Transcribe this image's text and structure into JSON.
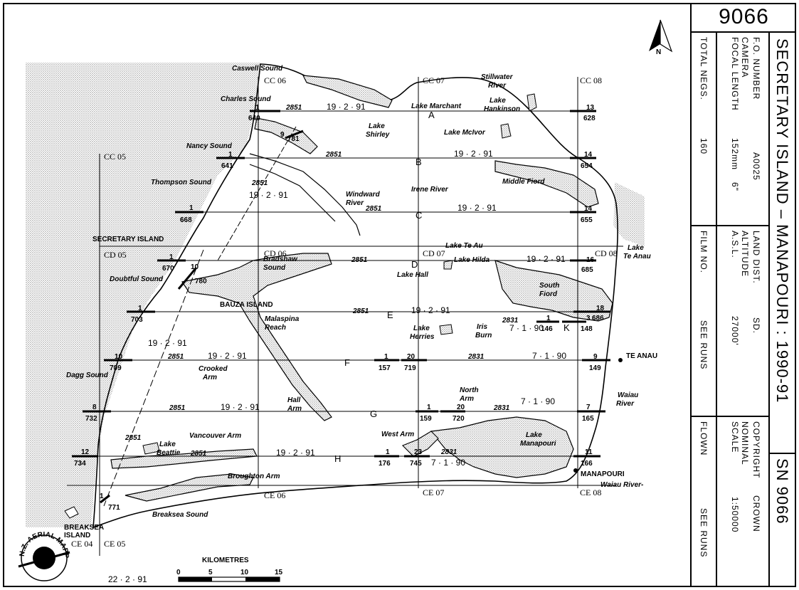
{
  "sheet_number": "9066",
  "title": "SECRETARY ISLAND – MANAPOURI : 1990-91",
  "series": "SN 9066",
  "info": {
    "fo_label": "F.O. NUMBER",
    "fo_value": "A0025",
    "camera_label": "CAMERA",
    "focal_label": "FOCAL LENGTH",
    "focal_value": "152mm",
    "focal_inch": "6\"",
    "total_label": "TOTAL NEGS.",
    "total_value": "160",
    "land_label": "LAND DIST.",
    "land_value": "SD.",
    "altitude_label": "ALTITUDE",
    "asl_label": "A.S.L.",
    "altitude_value": "27000'",
    "film_label": "FILM NO.",
    "film_value": "SEE RUNS",
    "copyright_label": "COPYRIGHT",
    "copyright_value": "CROWN",
    "nominal_label": "NOMINAL",
    "scale_label": "SCALE",
    "scale_value": "1:50000",
    "flown_label": "FLOWN",
    "flown_value": "SEE RUNS"
  },
  "scale_bar": {
    "title": "KILOMETRES",
    "ticks": [
      "0",
      "5",
      "10",
      "15"
    ]
  },
  "map_date": "22 · 2 · 91",
  "north": "N",
  "logo_text": "N.Z. AERIAL MAPPING LTD.",
  "place_labels": {
    "caswell": "Caswell Sound",
    "charles": "Charles Sound",
    "nancy": "Nancy Sound",
    "thompson": "Thompson Sound",
    "secretary": "SECRETARY ISLAND",
    "doubtful": "Doubtful Sound",
    "bauza": "BAUZA ISLAND",
    "malaspina1": "Malaspina",
    "malaspina2": "Reach",
    "dagg": "Dagg Sound",
    "crooked1": "Crooked",
    "crooked2": "Arm",
    "hall1": "Hall",
    "hall2": "Arm",
    "vancouver": "Vancouver Arm",
    "beattie1": "Lake",
    "beattie2": "Beattie",
    "broughton": "Broughton Arm",
    "breaksea_sound": "Breaksea Sound",
    "breaksea1": "BREAKSEA",
    "breaksea2": "ISLAND",
    "stillwater1": "Stillwater",
    "stillwater2": "River",
    "marchant": "Lake Marchant",
    "hankinson1": "Lake",
    "hankinson2": "Hankinson",
    "shirley1": "Lake",
    "shirley2": "Shirley",
    "mcivor": "Lake McIvor",
    "middle": "Middle Fiord",
    "irene": "Irene River",
    "windward1": "Windward",
    "windward2": "River",
    "teau": "Lake Te Au",
    "hilda": "Lake Hilda",
    "bradshaw1": "Bradshaw",
    "bradshaw2": "Sound",
    "lakehall": "Lake Hall",
    "teanau1": "Lake",
    "teanau2": "Te Anau",
    "south1": "South",
    "south2": "Fiord",
    "herries1": "Lake",
    "herries2": "Herries",
    "iris1": "Iris",
    "iris2": "Burn",
    "teanau_town": "TE ANAU",
    "waiau1": "Waiau",
    "waiau2": "River",
    "north1": "North",
    "north2": "Arm",
    "west": "West Arm",
    "manapouri1": "Lake",
    "manapouri2": "Manapouri",
    "manapouri_town": "MANAPOURI",
    "waiau_river": "Waiau River-"
  },
  "grid_labels": {
    "cc05": "CC 05",
    "cc06": "CC 06",
    "cc07": "CC 07",
    "cc08": "CC 08",
    "cd05": "CD 05",
    "cd06": "CD 06",
    "cd07": "CD 07",
    "cd08": "CD 08",
    "ce04": "CE 04",
    "ce05": "CE 05",
    "ce06": "CE 06",
    "ce07": "CE 07",
    "ce08": "CE 08"
  },
  "runs": {
    "A": {
      "letter": "A",
      "film": "2851",
      "date": "19 · 2 · 91",
      "start_top": "1",
      "start_bot": "640",
      "end_top": "13",
      "end_bot": "628"
    },
    "B": {
      "letter": "B",
      "film": "2851",
      "date": "19 · 2 · 91",
      "start_top": "1",
      "start_bot": "641",
      "end_top": "14",
      "end_bot": "654"
    },
    "C": {
      "letter": "C",
      "film": "2851",
      "date": "19 · 2 · 91",
      "start_top": "1",
      "start_bot": "668",
      "end_top": "14",
      "end_bot": "655"
    },
    "D": {
      "letter": "D",
      "film": "2851",
      "date": "19 · 2 · 91",
      "start_top": "1",
      "start_bot": "670",
      "end_top": "16",
      "end_bot": "685"
    },
    "E": {
      "letter": "E",
      "film": "2851",
      "date": "19 · 2 · 91",
      "start_top": "1",
      "start_bot": "703",
      "end_top": "18",
      "end_bot": "686"
    },
    "K": {
      "letter": "K",
      "film": "2831",
      "date": "7 · 1 · 90",
      "start_top": "1",
      "start_bot": "146",
      "end_top": "3",
      "end_bot": "148"
    },
    "F": {
      "letter": "F",
      "film": "2851",
      "date": "19 · 2 · 91",
      "start_top": "10",
      "start_bot": "709",
      "mid1_top": "1",
      "mid1_bot": "157",
      "mid2_top": "20",
      "mid2_bot": "719",
      "film2": "2831",
      "date2": "7 · 1 · 90",
      "end_top": "9",
      "end_bot": "149"
    },
    "G": {
      "letter": "G",
      "film": "2851",
      "date": "19 · 2 · 91",
      "start_top": "8",
      "start_bot": "732",
      "mid1_top": "1",
      "mid1_bot": "159",
      "mid2_top": "20",
      "mid2_bot": "720",
      "film2": "2831",
      "date2": "7 · 1 · 90",
      "end_top": "7",
      "end_bot": "165"
    },
    "H": {
      "letter": "H",
      "film": "2851",
      "date": "19 · 2 · 91",
      "start_top": "12",
      "start_bot": "734",
      "mid1_top": "1",
      "mid1_bot": "176",
      "mid2_top": "23",
      "mid2_bot": "745",
      "film2": "2831",
      "date2": "7 · 1 · 90",
      "end_top": "11",
      "end_bot": "166"
    },
    "diag1": {
      "film": "2851",
      "date": "19 · 2 · 91",
      "top_a": "9",
      "top_b": "781"
    },
    "diag2": {
      "film": "2851",
      "date": "19 · 2 · 91",
      "top_a": "10",
      "top_b": "780",
      "bot_a": "1",
      "bot_b": "771"
    }
  }
}
